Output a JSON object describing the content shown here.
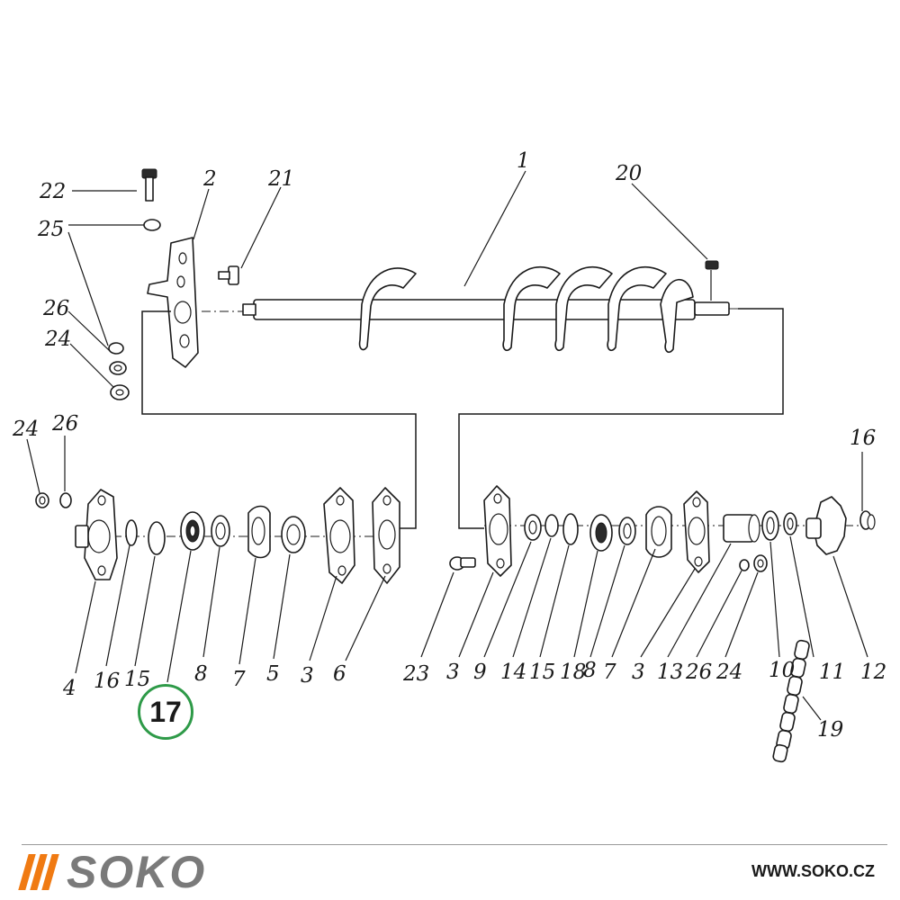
{
  "diagram": {
    "labels": {
      "p1": "1",
      "p2": "2",
      "p20": "20",
      "p21": "21",
      "p22": "22",
      "p25": "25",
      "p26a": "26",
      "p24a": "24",
      "p24b": "24",
      "p26b": "26",
      "p16r": "16",
      "l4": "4",
      "l16": "16",
      "l15": "15",
      "l8": "8",
      "l7": "7",
      "l5": "5",
      "l3": "3",
      "l6": "6",
      "r23": "23",
      "r3": "3",
      "r9": "9",
      "r14": "14",
      "r15": "15",
      "r18": "18",
      "r8": "8",
      "r7": "7",
      "r3b": "3",
      "r13": "13",
      "r26": "26",
      "r24": "24",
      "r10": "10",
      "r11": "11",
      "r12": "12",
      "r19": "19"
    },
    "marker": "17"
  },
  "brand": {
    "logo_text": "SOKO",
    "url": "WWW.SOKO.CZ",
    "accent": "#f07a12",
    "logo_gray": "#7a7a7a",
    "marker_ring": "#2e9a48"
  }
}
